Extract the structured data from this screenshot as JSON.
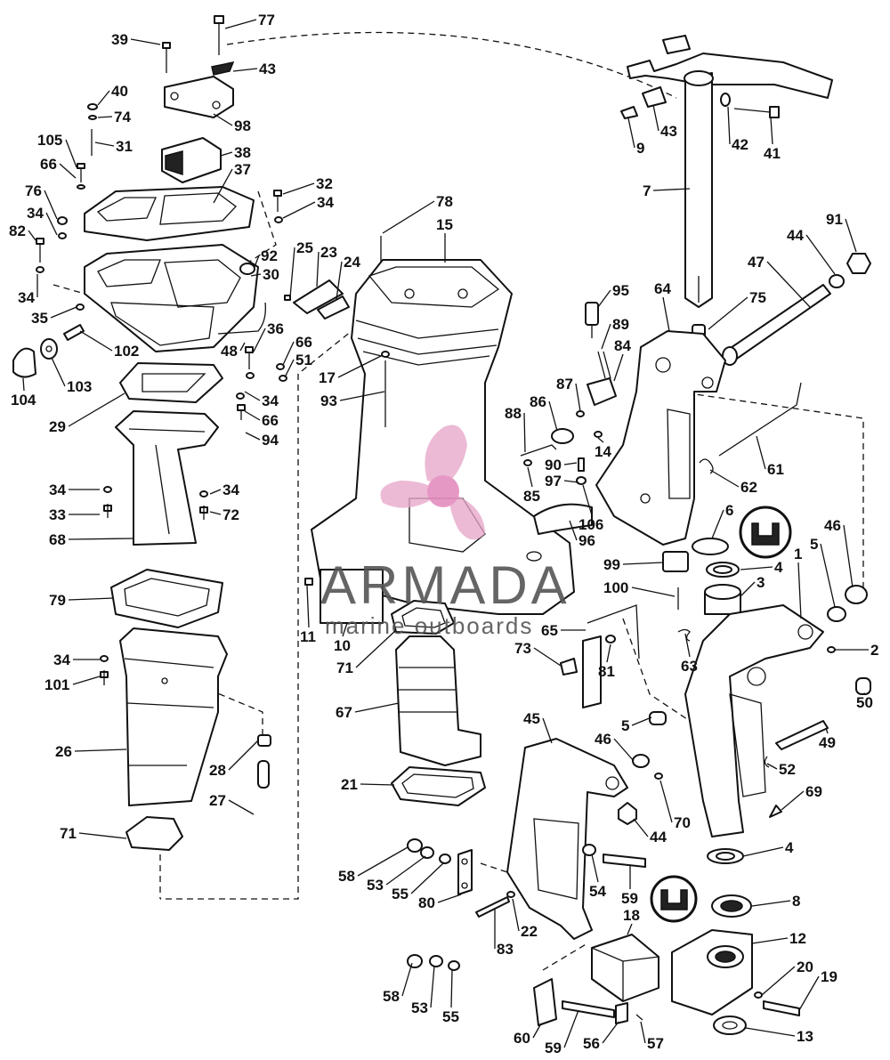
{
  "watermark": {
    "brand": "ARMADA",
    "tagline": "marine outboards",
    "colors": {
      "logo": "#e6a6c8",
      "text": "#555555"
    }
  },
  "callouts": [
    {
      "id": "77",
      "text": "77"
    },
    {
      "id": "39",
      "text": "39"
    },
    {
      "id": "43a",
      "text": "43"
    },
    {
      "id": "40",
      "text": "40"
    },
    {
      "id": "74",
      "text": "74"
    },
    {
      "id": "98",
      "text": "98"
    },
    {
      "id": "105",
      "text": "105"
    },
    {
      "id": "31",
      "text": "31"
    },
    {
      "id": "66a",
      "text": "66"
    },
    {
      "id": "38",
      "text": "38"
    },
    {
      "id": "37",
      "text": "37"
    },
    {
      "id": "32",
      "text": "32"
    },
    {
      "id": "76",
      "text": "76"
    },
    {
      "id": "34a",
      "text": "34"
    },
    {
      "id": "34b",
      "text": "34"
    },
    {
      "id": "82",
      "text": "82"
    },
    {
      "id": "92",
      "text": "92"
    },
    {
      "id": "30",
      "text": "30"
    },
    {
      "id": "34c",
      "text": "34"
    },
    {
      "id": "35",
      "text": "35"
    },
    {
      "id": "102",
      "text": "102"
    },
    {
      "id": "103",
      "text": "103"
    },
    {
      "id": "104",
      "text": "104"
    },
    {
      "id": "29",
      "text": "29"
    },
    {
      "id": "25",
      "text": "25"
    },
    {
      "id": "23",
      "text": "23"
    },
    {
      "id": "24",
      "text": "24"
    },
    {
      "id": "36",
      "text": "36"
    },
    {
      "id": "48",
      "text": "48"
    },
    {
      "id": "66b",
      "text": "66"
    },
    {
      "id": "51",
      "text": "51"
    },
    {
      "id": "34d",
      "text": "34"
    },
    {
      "id": "66c",
      "text": "66"
    },
    {
      "id": "94",
      "text": "94"
    },
    {
      "id": "78",
      "text": "78"
    },
    {
      "id": "15",
      "text": "15"
    },
    {
      "id": "17",
      "text": "17"
    },
    {
      "id": "93",
      "text": "93"
    },
    {
      "id": "43b",
      "text": "43"
    },
    {
      "id": "9",
      "text": "9"
    },
    {
      "id": "42",
      "text": "42"
    },
    {
      "id": "41",
      "text": "41"
    },
    {
      "id": "7",
      "text": "7"
    },
    {
      "id": "91",
      "text": "91"
    },
    {
      "id": "44a",
      "text": "44"
    },
    {
      "id": "47",
      "text": "47"
    },
    {
      "id": "64",
      "text": "64"
    },
    {
      "id": "95",
      "text": "95"
    },
    {
      "id": "75",
      "text": "75"
    },
    {
      "id": "89",
      "text": "89"
    },
    {
      "id": "84",
      "text": "84"
    },
    {
      "id": "87",
      "text": "87"
    },
    {
      "id": "86",
      "text": "86"
    },
    {
      "id": "88",
      "text": "88"
    },
    {
      "id": "14",
      "text": "14"
    },
    {
      "id": "90",
      "text": "90"
    },
    {
      "id": "97",
      "text": "97"
    },
    {
      "id": "85",
      "text": "85"
    },
    {
      "id": "61",
      "text": "61"
    },
    {
      "id": "62",
      "text": "62"
    },
    {
      "id": "106",
      "text": "106"
    },
    {
      "id": "96",
      "text": "96"
    },
    {
      "id": "6",
      "text": "6"
    },
    {
      "id": "46a",
      "text": "46"
    },
    {
      "id": "34e",
      "text": "34"
    },
    {
      "id": "34f",
      "text": "34"
    },
    {
      "id": "33",
      "text": "33"
    },
    {
      "id": "72",
      "text": "72"
    },
    {
      "id": "68",
      "text": "68"
    },
    {
      "id": "99",
      "text": "99"
    },
    {
      "id": "4a",
      "text": "4"
    },
    {
      "id": "1",
      "text": "1"
    },
    {
      "id": "5a",
      "text": "5"
    },
    {
      "id": "3",
      "text": "3"
    },
    {
      "id": "100",
      "text": "100"
    },
    {
      "id": "79",
      "text": "79"
    },
    {
      "id": "11",
      "text": "11"
    },
    {
      "id": "10",
      "text": "10"
    },
    {
      "id": "71a",
      "text": "71"
    },
    {
      "id": "65",
      "text": "65"
    },
    {
      "id": "2",
      "text": "2"
    },
    {
      "id": "73",
      "text": "73"
    },
    {
      "id": "81",
      "text": "81"
    },
    {
      "id": "63",
      "text": "63"
    },
    {
      "id": "34g",
      "text": "34"
    },
    {
      "id": "101",
      "text": "101"
    },
    {
      "id": "50",
      "text": "50"
    },
    {
      "id": "67",
      "text": "67"
    },
    {
      "id": "45",
      "text": "45"
    },
    {
      "id": "5b",
      "text": "5"
    },
    {
      "id": "46b",
      "text": "46"
    },
    {
      "id": "49",
      "text": "49"
    },
    {
      "id": "26",
      "text": "26"
    },
    {
      "id": "28",
      "text": "28"
    },
    {
      "id": "52",
      "text": "52"
    },
    {
      "id": "21",
      "text": "21"
    },
    {
      "id": "70",
      "text": "70"
    },
    {
      "id": "69",
      "text": "69"
    },
    {
      "id": "27",
      "text": "27"
    },
    {
      "id": "44b",
      "text": "44"
    },
    {
      "id": "71b",
      "text": "71"
    },
    {
      "id": "4b",
      "text": "4"
    },
    {
      "id": "58a",
      "text": "58"
    },
    {
      "id": "53a",
      "text": "53"
    },
    {
      "id": "55a",
      "text": "55"
    },
    {
      "id": "80",
      "text": "80"
    },
    {
      "id": "54",
      "text": "54"
    },
    {
      "id": "59a",
      "text": "59"
    },
    {
      "id": "8",
      "text": "8"
    },
    {
      "id": "18",
      "text": "18"
    },
    {
      "id": "22",
      "text": "22"
    },
    {
      "id": "83",
      "text": "83"
    },
    {
      "id": "12",
      "text": "12"
    },
    {
      "id": "20",
      "text": "20"
    },
    {
      "id": "19",
      "text": "19"
    },
    {
      "id": "58b",
      "text": "58"
    },
    {
      "id": "53b",
      "text": "53"
    },
    {
      "id": "55b",
      "text": "55"
    },
    {
      "id": "60",
      "text": "60"
    },
    {
      "id": "59b",
      "text": "59"
    },
    {
      "id": "56",
      "text": "56"
    },
    {
      "id": "57",
      "text": "57"
    },
    {
      "id": "13",
      "text": "13"
    }
  ]
}
